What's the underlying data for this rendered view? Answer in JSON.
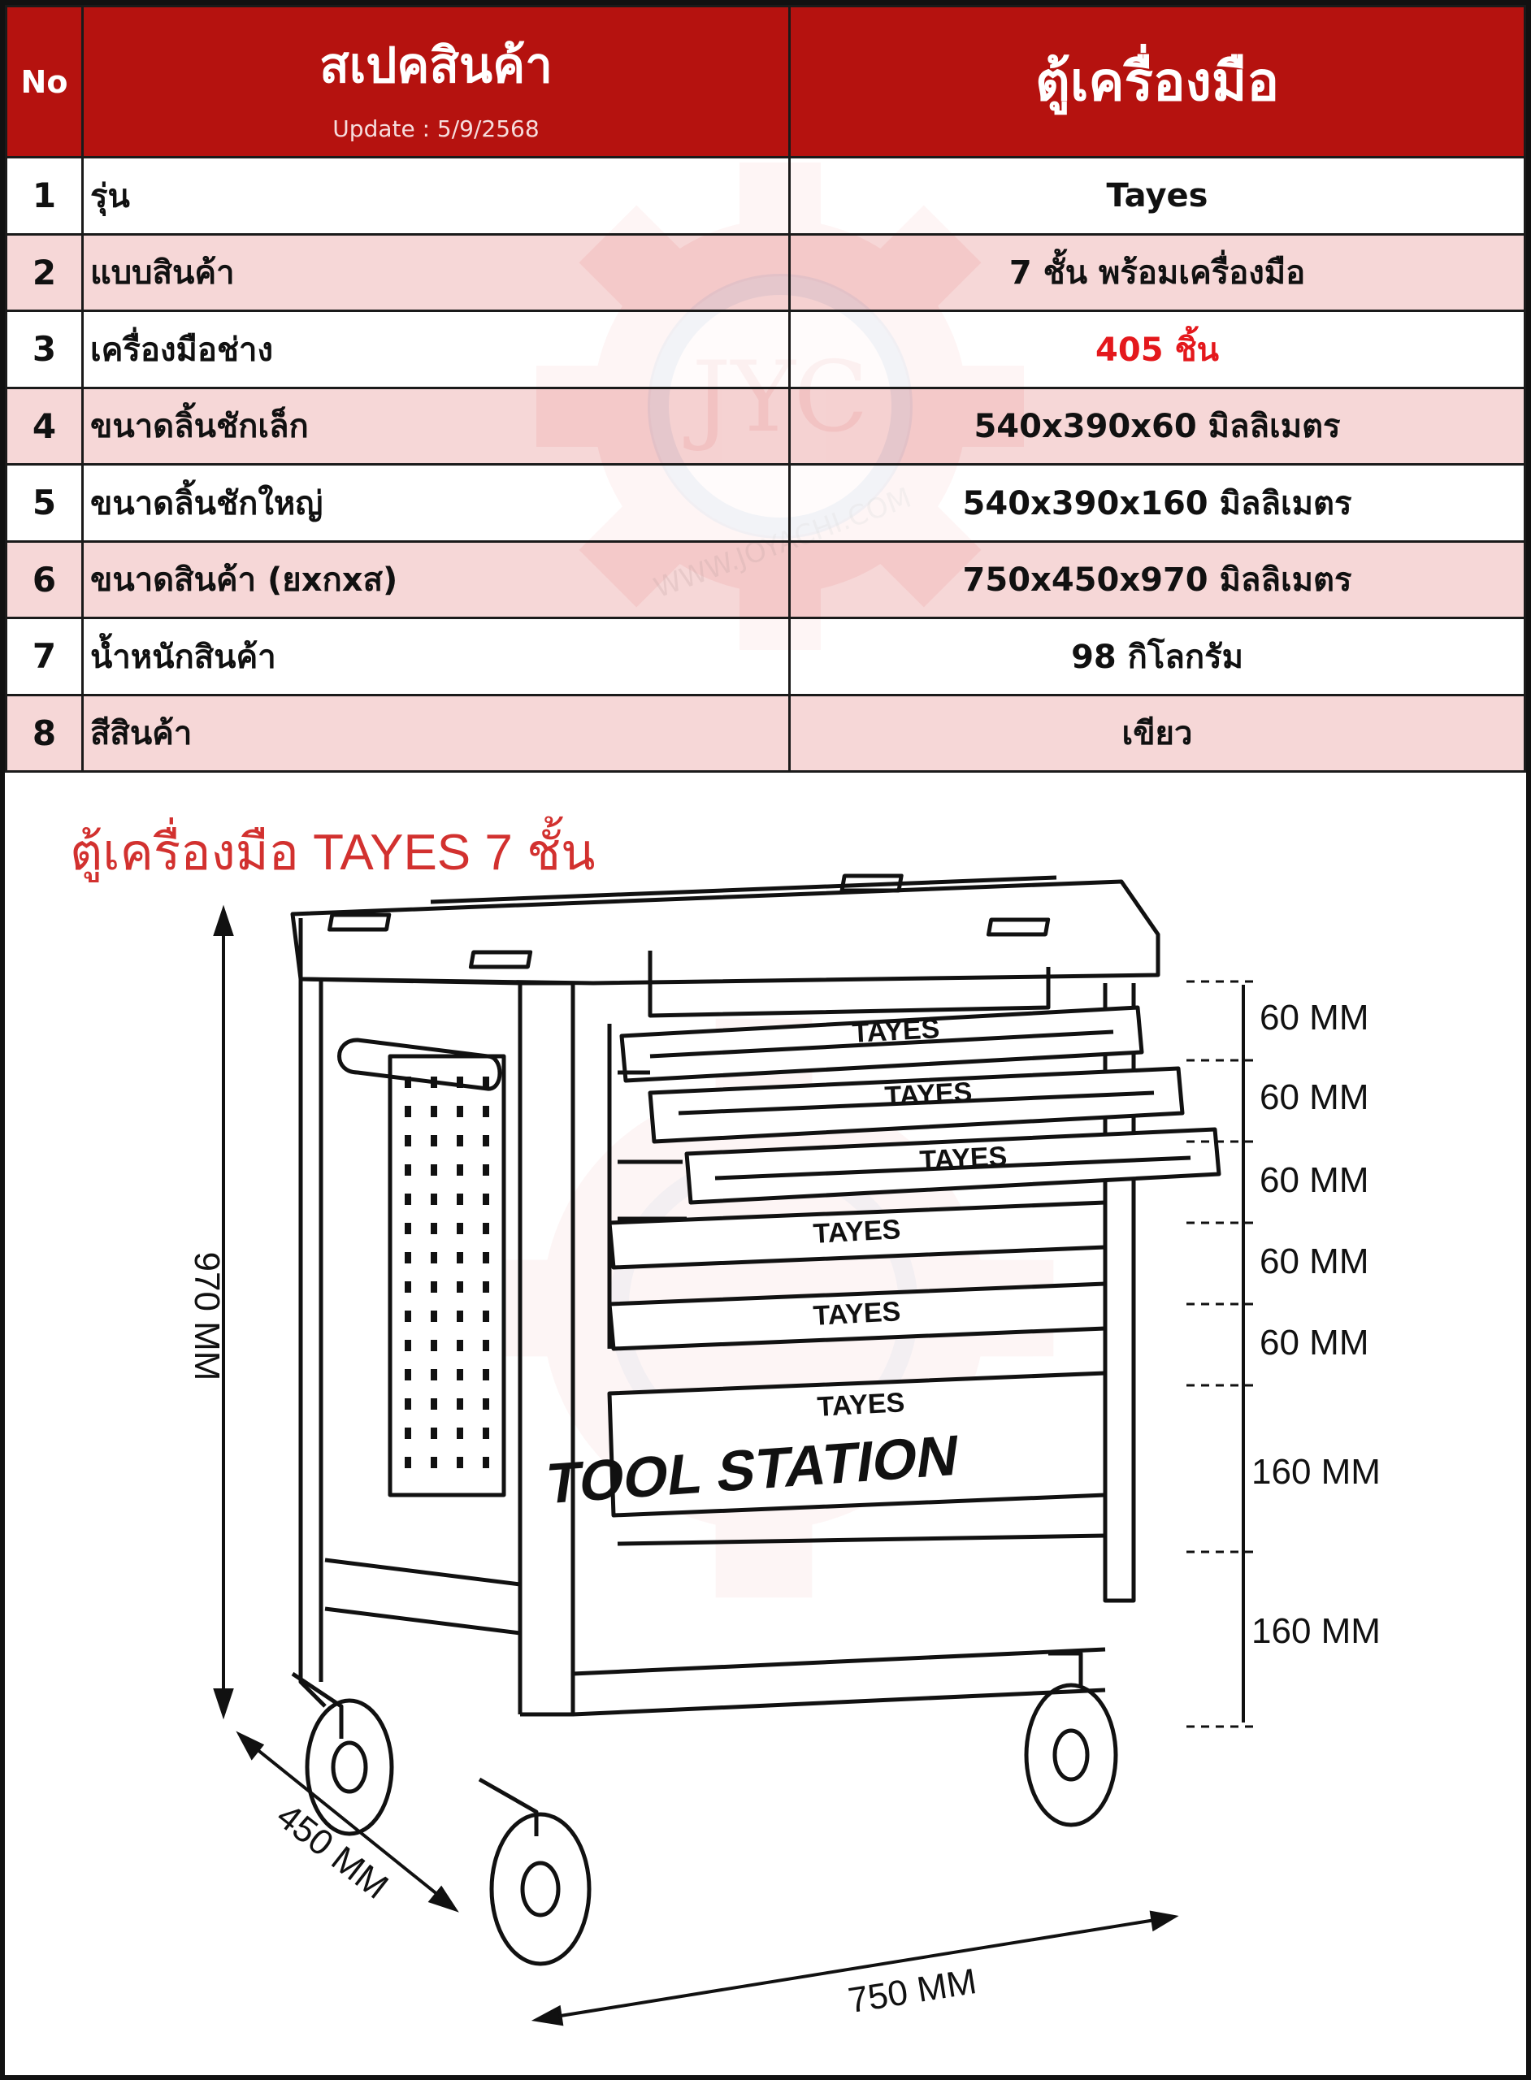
{
  "header": {
    "no_label": "No",
    "spec_label": "สเปคสินค้า",
    "update_text": "Update : 5/9/2568",
    "product_label": "ตู้เครื่องมือ"
  },
  "rows": [
    {
      "no": "1",
      "name": "รุ่น",
      "value": "Tayes"
    },
    {
      "no": "2",
      "name": "แบบสินค้า",
      "value": "7 ชั้น พร้อมเครื่องมือ"
    },
    {
      "no": "3",
      "name": "เครื่องมือช่าง",
      "value": "405 ชิ้น"
    },
    {
      "no": "4",
      "name": "ขนาดลิ้นชักเล็ก",
      "value": "540x390x60 มิลลิเมตร"
    },
    {
      "no": "5",
      "name": "ขนาดลิ้นชักใหญ่",
      "value": "540x390x160 มิลลิเมตร"
    },
    {
      "no": "6",
      "name": "ขนาดสินค้า  (ยxกxส)",
      "value": "750x450x970 มิลลิเมตร"
    },
    {
      "no": "7",
      "name": "น้ำหนักสินค้า",
      "value": "98 กิโลกรัม"
    },
    {
      "no": "8",
      "name": "สีสินค้า",
      "value": "เขียว"
    }
  ],
  "drawing": {
    "title": "ตู้เครื่องมือ TAYES 7 ชั้น",
    "drawer_brand": "TAYES",
    "panel_logo": "TOOL STATION",
    "height_label": "970 MM",
    "depth_label": "450 MM",
    "width_label": "750 MM",
    "drawer_dims": [
      "60 MM",
      "60 MM",
      "60 MM",
      "60 MM",
      "60 MM",
      "160 MM",
      "160 MM"
    ]
  },
  "watermark": {
    "initials": "JYC",
    "url": "WWW.JOYACHI.COM"
  },
  "colors": {
    "header_red": "#b5120f",
    "row_pink": "#f0bebe",
    "highlight_red": "#e4181c",
    "title_red": "#d2312f"
  }
}
